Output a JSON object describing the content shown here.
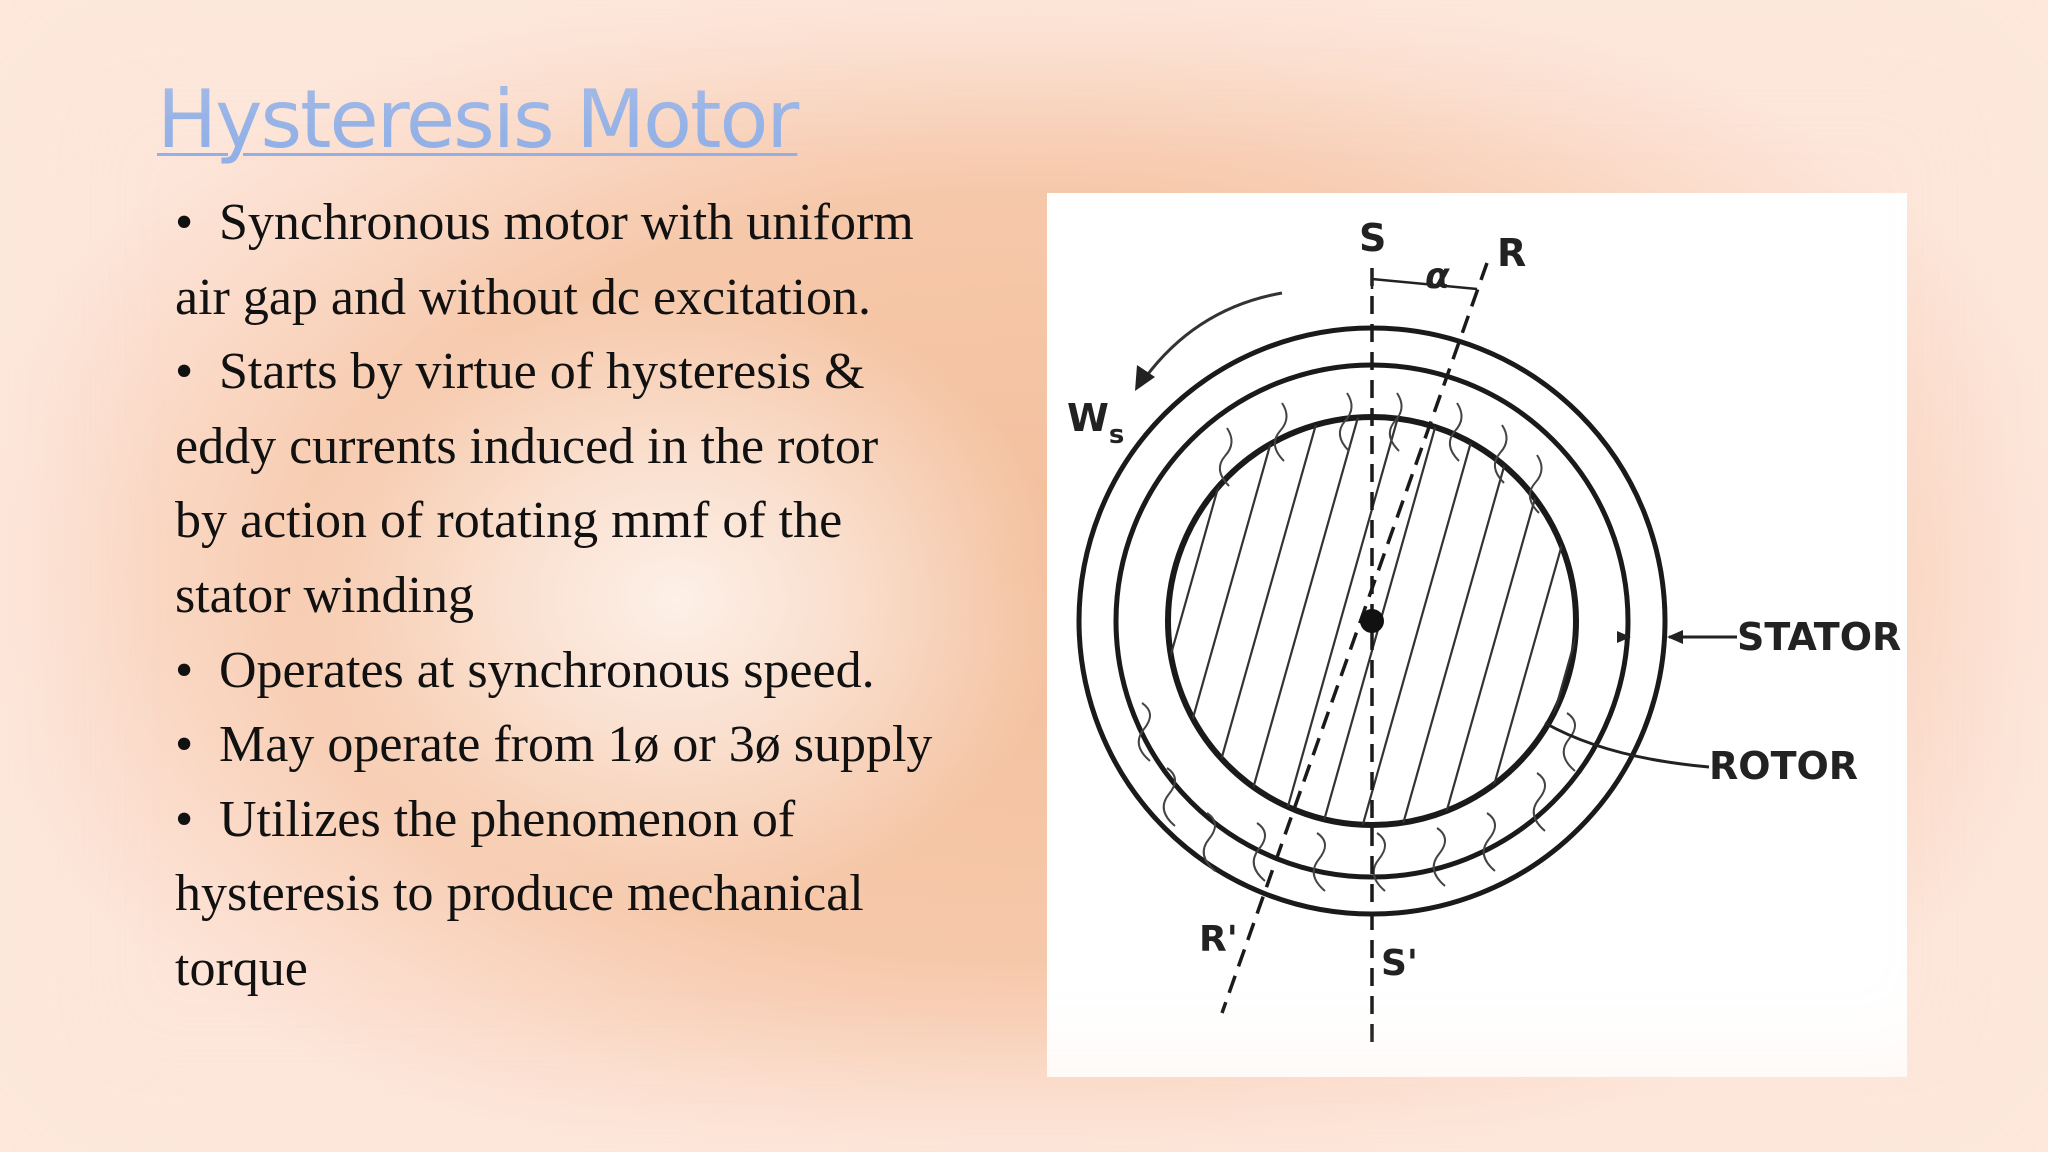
{
  "slide": {
    "title": "Hysteresis Motor",
    "lines": [
      {
        "bullet": "•",
        "text": "Synchronous motor with uniform"
      },
      {
        "bullet": "",
        "text": "air gap and without dc excitation."
      },
      {
        "bullet": "•",
        "text": "Starts by virtue of hysteresis &"
      },
      {
        "bullet": "",
        "text": "eddy currents induced in the rotor"
      },
      {
        "bullet": "",
        "text": "by action of rotating mmf of the"
      },
      {
        "bullet": "",
        "text": "stator winding"
      },
      {
        "bullet": "•",
        "text": "Operates at synchronous speed."
      },
      {
        "bullet": "•",
        "text": "May operate from 1ø or 3ø supply"
      },
      {
        "bullet": "•",
        "text": "Utilizes the phenomenon of"
      },
      {
        "bullet": "",
        "text": "hysteresis to produce mechanical"
      },
      {
        "bullet": "",
        "text": "torque"
      }
    ]
  },
  "figure": {
    "labels": {
      "s": "S",
      "r": "R",
      "alpha": "α",
      "ws_main": "W",
      "ws_sub": "s",
      "stator": "STATOR",
      "rotor": "ROTOR",
      "r_prime": "R'",
      "s_prime": "S'"
    }
  }
}
